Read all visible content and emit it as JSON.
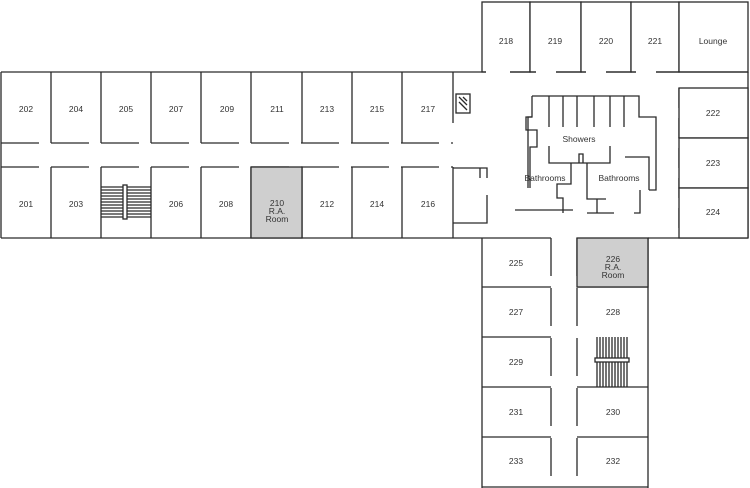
{
  "title": "Second Floor Plan",
  "colors": {
    "ra_room": "#cfcfcf",
    "wall": "#2a2a2a"
  },
  "north_wing": {
    "rooms": [
      "218",
      "219",
      "220",
      "221"
    ],
    "lounge": "Lounge"
  },
  "west_wing": {
    "top_rooms": [
      "202",
      "204",
      "205",
      "207",
      "209",
      "211",
      "213",
      "215",
      "217"
    ],
    "bottom_rooms": [
      "201",
      "203",
      "206",
      "208",
      "212",
      "214",
      "216"
    ],
    "ra_room": {
      "number": "210",
      "line2": "R.A.",
      "line3": "Room"
    }
  },
  "east_rooms": [
    "222",
    "223",
    "224"
  ],
  "core": {
    "showers": "Showers",
    "bathrooms_left": "Bathrooms",
    "bathrooms_right": "Bathrooms"
  },
  "south_wing": {
    "left_rooms": [
      "225",
      "227",
      "229",
      "231",
      "233"
    ],
    "right_rooms": [
      "228",
      "230",
      "232"
    ],
    "ra_room": {
      "number": "226",
      "line2": "R.A.",
      "line3": "Room"
    }
  }
}
